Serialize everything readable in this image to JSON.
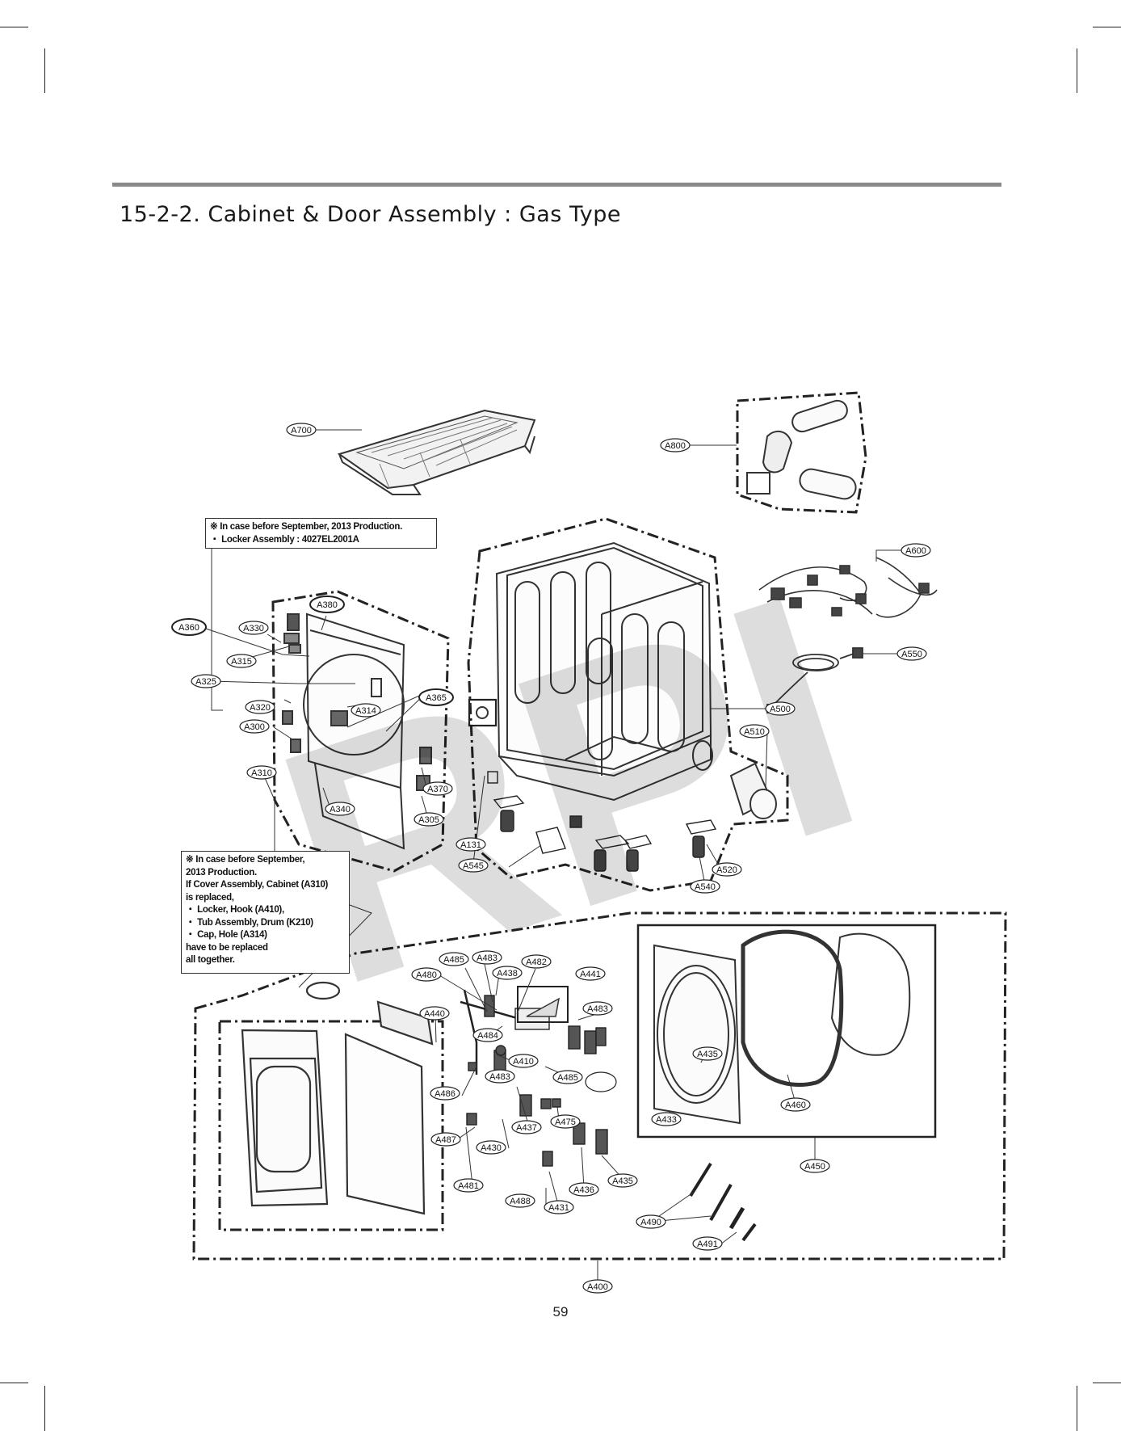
{
  "section_title": "15-2-2. Cabinet & Door Assembly : Gas Type",
  "page_number": "59",
  "watermark": "RPI",
  "notes": {
    "top": [
      "※ In case before September, 2013 Production.",
      "・ Locker Assembly : 4027EL2001A"
    ],
    "bottom": [
      "※ In case before September,",
      "2013 Production.",
      "If Cover Assembly, Cabinet (A310)",
      "is replaced,",
      "・ Locker, Hook (A410),",
      "・ Tub Assembly, Drum (K210)",
      "・ Cap, Hole (A314)",
      "have to be replaced",
      "all together."
    ]
  },
  "part_labels": [
    "A700",
    "A800",
    "A600",
    "A550",
    "A500",
    "A510",
    "A520",
    "A540",
    "A545",
    "A131",
    "A360",
    "A330",
    "A315",
    "A325",
    "A320",
    "A300",
    "A310",
    "A380",
    "A314",
    "A365",
    "A370",
    "A305",
    "A340",
    "A485",
    "A483",
    "A438",
    "A482",
    "A441",
    "A480",
    "A440",
    "A484",
    "A410",
    "A486",
    "A437",
    "A475",
    "A487",
    "A430",
    "A481",
    "A488",
    "A431",
    "A436",
    "A435",
    "A490",
    "A491",
    "A400",
    "A450",
    "A460",
    "A433"
  ]
}
